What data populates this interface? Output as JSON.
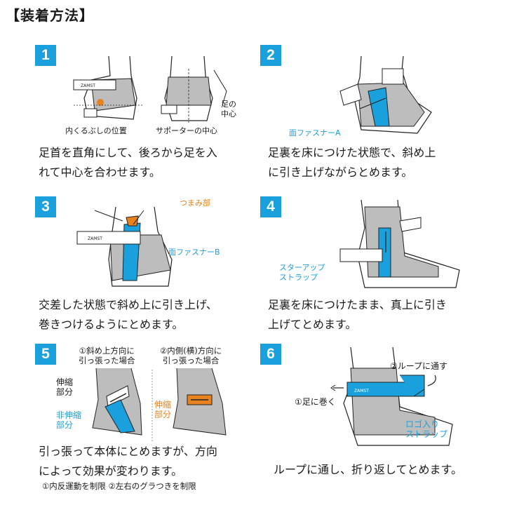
{
  "title": "【装着方法】",
  "steps": [
    {
      "num": "1",
      "labels": {
        "ankle": "内くるぶしの位置",
        "center": "サポーターの中心",
        "foot_center": "足の\n中心"
      },
      "desc": "足首を直角にして、後ろから足を入\nれて中心を合わせます。"
    },
    {
      "num": "2",
      "labels": {
        "fastener": "面ファスナーA"
      },
      "desc": "足裏を床につけた状態で、斜め上\nに引き上げながらとめます。"
    },
    {
      "num": "3",
      "labels": {
        "tab": "つまみ部",
        "fastener": "面ファスナーB"
      },
      "desc": "交差した状態で斜め上に引き上げ、\n巻きつけるようにとめます。"
    },
    {
      "num": "4",
      "labels": {
        "stirrup": "スターアップ\nストラップ"
      },
      "desc": "足裏を床につけたまま、真上に引き\n上げてとめます。"
    },
    {
      "num": "5",
      "labels": {
        "case1": "①斜め上方向に\n引っ張った場合",
        "case2": "②内側(横)方向に\n引っ張った場合",
        "stretch": "伸縮\n部分",
        "nonstretch": "非伸縮\n部分",
        "stretch2": "伸縮\n部分"
      },
      "desc": "引っ張って本体にとめますが、方向\nによって効果が変わります。",
      "note": "①内反運動を制限 ②左右のグラつきを制限"
    },
    {
      "num": "6",
      "labels": {
        "loop": "②ループに通す",
        "wrap": "①足に巻く",
        "logo": "ロゴ入り\nストラップ"
      },
      "desc": "ループに通し、折り返してとめます。"
    }
  ],
  "brand": "ZAMST",
  "colors": {
    "accent": "#1aa0dc",
    "orange": "#e8821e",
    "gray": "#b8b8b8"
  }
}
